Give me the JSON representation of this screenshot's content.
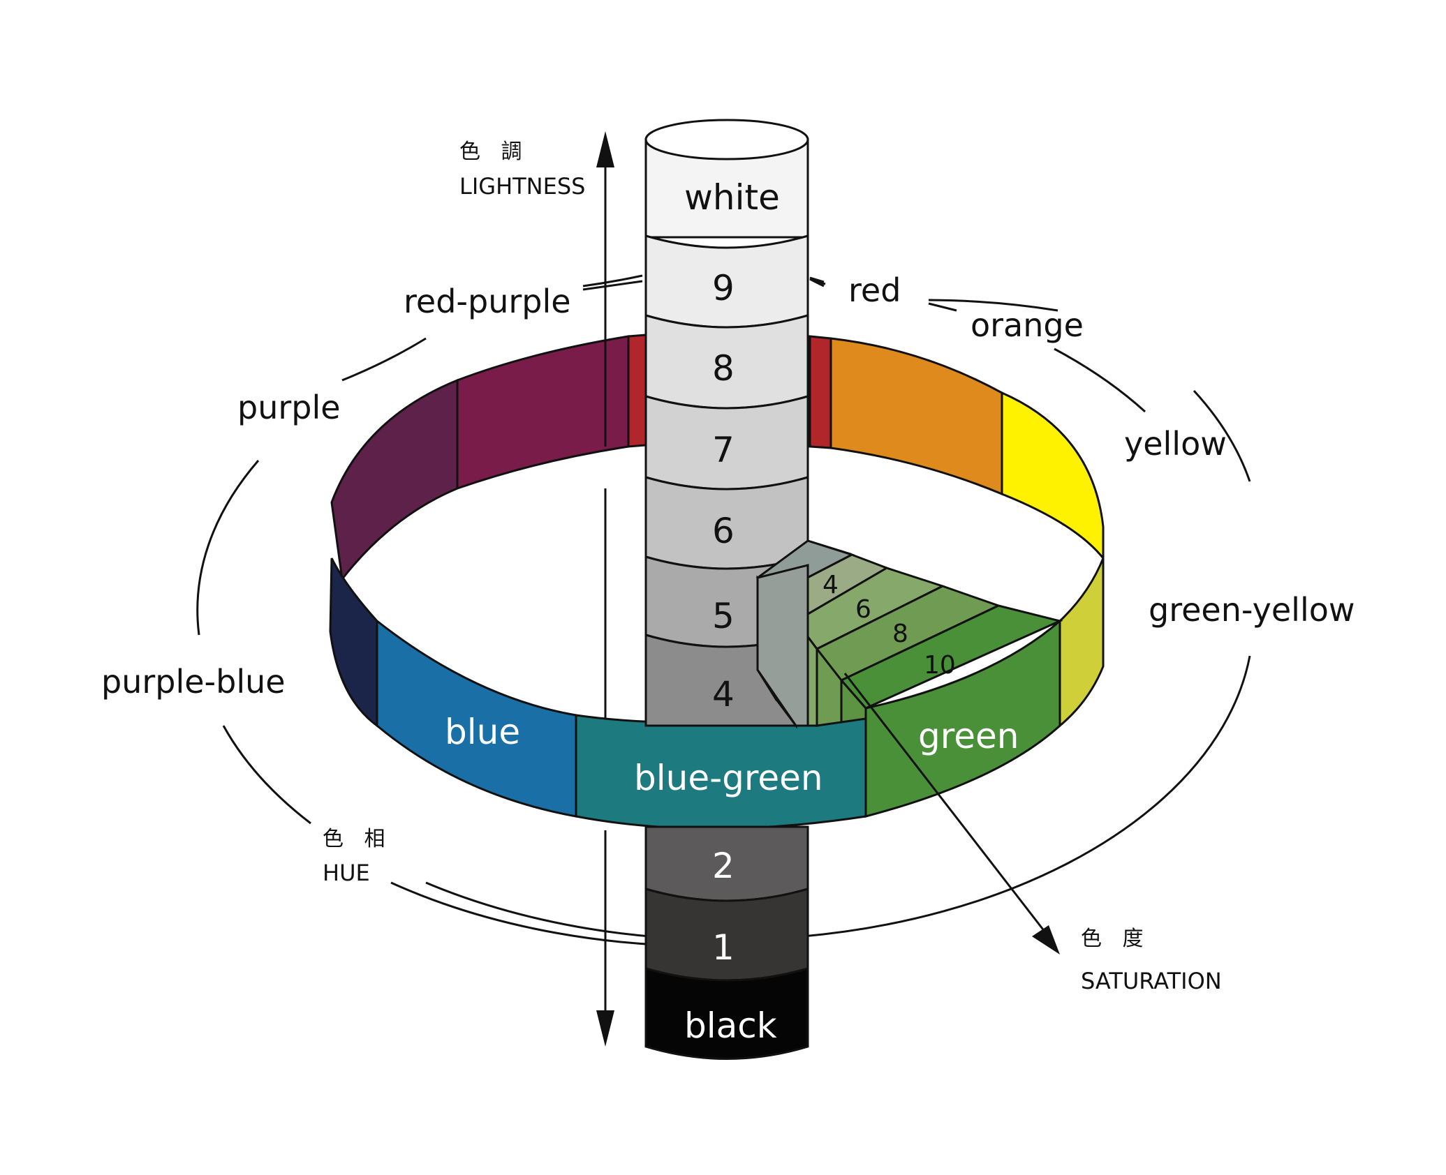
{
  "axes": {
    "lightness": {
      "cjk": "色 調",
      "label": "LIGHTNESS"
    },
    "hue": {
      "cjk": "色 相",
      "label": "HUE"
    },
    "saturation": {
      "cjk": "色 度",
      "label": "SATURATION"
    }
  },
  "hue_labels": [
    "red-purple",
    "red",
    "orange",
    "purple",
    "yellow",
    "green-yellow",
    "purple-blue"
  ],
  "band_labels": [
    "blue",
    "blue-green",
    "green"
  ],
  "lightness_steps": [
    "white",
    "9",
    "8",
    "7",
    "6",
    "5",
    "4",
    "2",
    "1",
    "black"
  ],
  "saturation_steps": [
    "4",
    "6",
    "8",
    "10"
  ],
  "colors": {
    "red": "#b0262a",
    "orange": "#de8a1c",
    "yellow": "#fff200",
    "green_yellow": "#cfcf3a",
    "green": "#4a9038",
    "blue_green": "#1d7b80",
    "blue": "#1a6fa6",
    "purple_blue": "#1b2449",
    "purple": "#5e2149",
    "red_purple": "#7a1c4a"
  }
}
